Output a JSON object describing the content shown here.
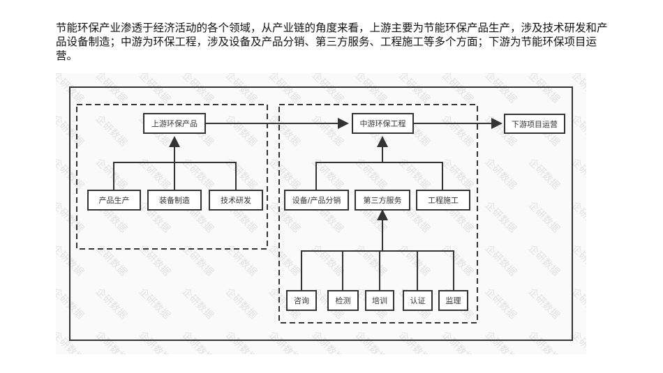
{
  "intro": "节能环保产业渗透于经济活动的各个领域，从产业链的角度来看，上游主要为节能环保产品生产，涉及技术研发和产品设备制造；中游为环保工程，涉及设备及产品分销、第三方服务、工程施工等多个方面；下游为节能环保项目运营。",
  "watermark": "企研数据",
  "nodes": {
    "upstream": "上游环保产品",
    "midstream": "中游环保工程",
    "downstream": "下游项目运营",
    "up_children": [
      "产品生产",
      "装备制造",
      "技术研发"
    ],
    "mid_children": [
      "设备/产品分销",
      "第三方服务",
      "工程施工"
    ],
    "service_children": [
      "咨询",
      "检测",
      "培训",
      "认证",
      "监理"
    ]
  }
}
